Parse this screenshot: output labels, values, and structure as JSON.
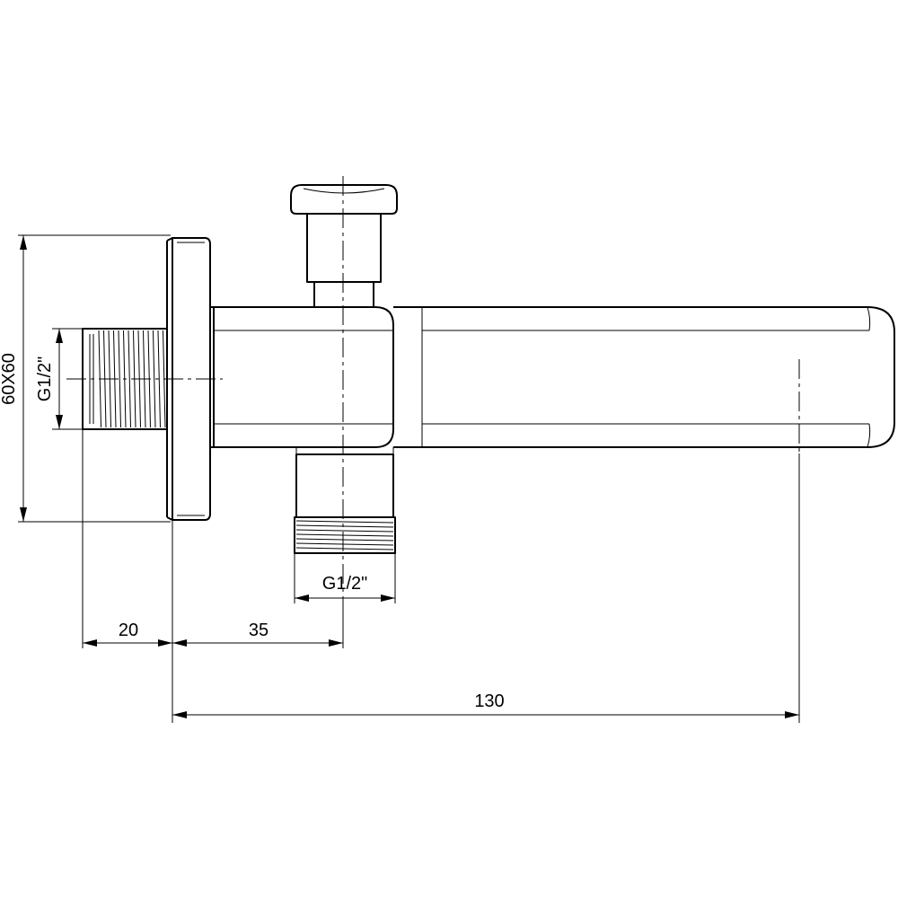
{
  "dimensions": {
    "size": "60X60",
    "thread_left": "G1/2\"",
    "thread_bottom": "G1/2\"",
    "d20": "20",
    "d35": "35",
    "d130": "130"
  }
}
